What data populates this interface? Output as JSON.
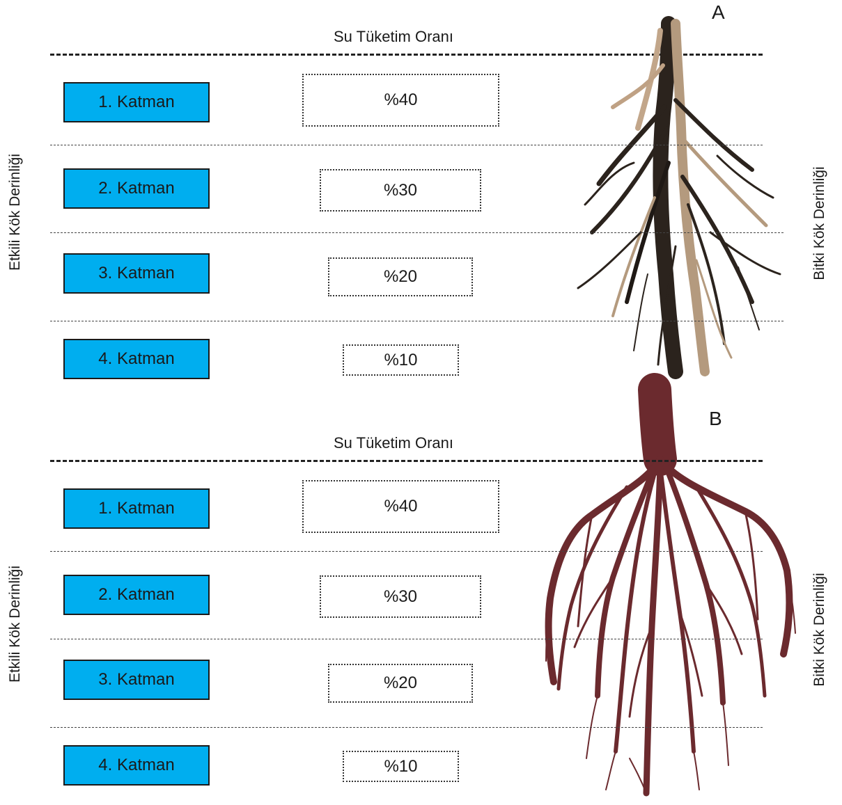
{
  "panels": [
    {
      "letter": "A",
      "heading": "Su Tüketim Oranı",
      "left_axis_label": "Etkili Kök Derinliği",
      "right_axis_label": "Bitki Kök Derinliği",
      "layers": [
        {
          "label": "1. Katman",
          "rate": "%40"
        },
        {
          "label": "2. Katman",
          "rate": "%30"
        },
        {
          "label": "3. Katman",
          "rate": "%20"
        },
        {
          "label": "4. Katman",
          "rate": "%10"
        }
      ],
      "root_color": "#3a2e26",
      "root_style": "photographic root system (taproot, tan and dark)"
    },
    {
      "letter": "B",
      "heading": "Su Tüketim Oranı",
      "left_axis_label": "Etkili Kök Derinliği",
      "right_axis_label": "Bitki Kök Derinliği",
      "layers": [
        {
          "label": "1. Katman",
          "rate": "%40"
        },
        {
          "label": "2. Katman",
          "rate": "%30"
        },
        {
          "label": "3. Katman",
          "rate": "%20"
        },
        {
          "label": "4. Katman",
          "rate": "%10"
        }
      ],
      "root_color": "#6b2a2e",
      "root_style": "illustrated fibrous root system (maroon)"
    }
  ]
}
